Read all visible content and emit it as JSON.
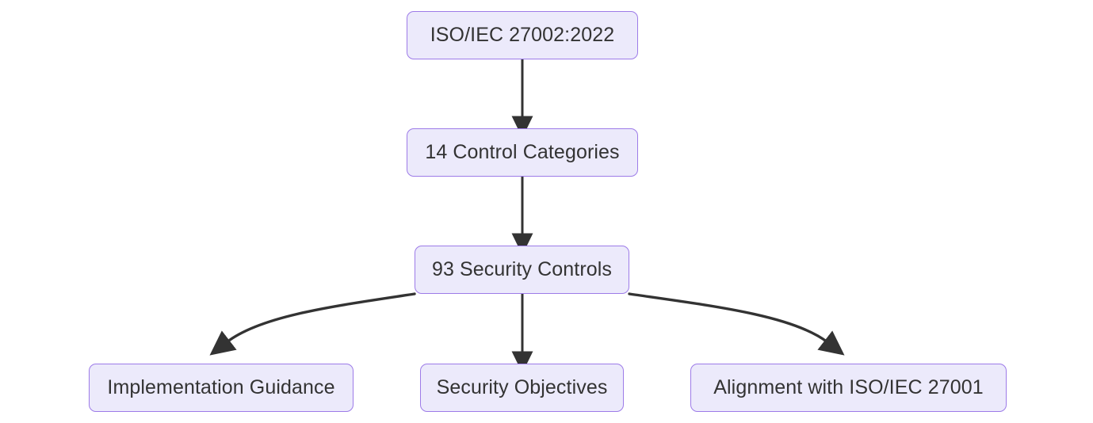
{
  "diagram": {
    "type": "flowchart",
    "orientation": "top-down",
    "background_color": "#ffffff",
    "node_fill_color": "#ECEAFB",
    "node_border_color": "#9D7BE8",
    "node_text_color": "#333333",
    "edge_color": "#333333",
    "nodes": [
      {
        "id": "standard",
        "label": "ISO/IEC 27002:2022"
      },
      {
        "id": "categories",
        "label": "14 Control Categories"
      },
      {
        "id": "controls",
        "label": "93 Security Controls"
      },
      {
        "id": "implementation",
        "label": "Implementation Guidance"
      },
      {
        "id": "objectives",
        "label": "Security Objectives"
      },
      {
        "id": "alignment",
        "label": "Alignment with ISO/IEC 27001"
      }
    ],
    "edges": [
      {
        "from": "standard",
        "to": "categories",
        "style": "straight",
        "arrow": "filled-triangle"
      },
      {
        "from": "categories",
        "to": "controls",
        "style": "straight",
        "arrow": "filled-triangle"
      },
      {
        "from": "controls",
        "to": "implementation",
        "style": "curved",
        "arrow": "filled-triangle"
      },
      {
        "from": "controls",
        "to": "objectives",
        "style": "straight",
        "arrow": "filled-triangle"
      },
      {
        "from": "controls",
        "to": "alignment",
        "style": "curved",
        "arrow": "filled-triangle"
      }
    ]
  }
}
